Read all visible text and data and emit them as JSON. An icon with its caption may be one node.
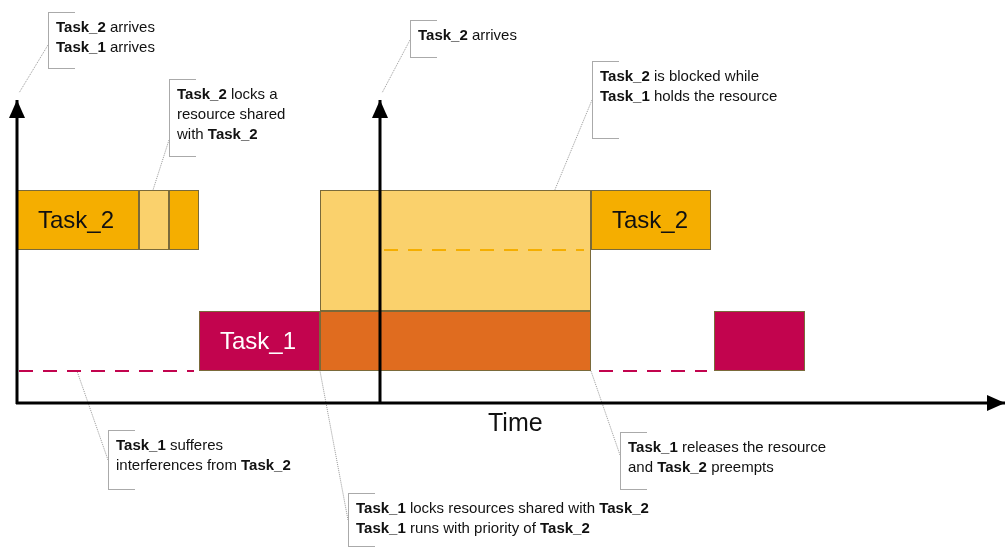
{
  "diagram": {
    "nodes": [
      {
        "text": [
          "**Task_2** arrives",
          "**Task_1** arrives"
        ]
      },
      {
        "text": [
          "**Task_2** locks a resource shared with **Task_2**"
        ]
      },
      {
        "text": [
          "Task_2"
        ]
      },
      {
        "text": [],
        "shape": "bar"
      },
      {
        "text": [],
        "shape": "bar"
      },
      {
        "text": [
          "**Task_2** arrives"
        ]
      },
      {
        "text": [
          "**Task_2** is blocked while **Task_1** holds the resource"
        ]
      },
      {
        "text": [],
        "shape": "bar"
      },
      {
        "text": [
          "Task_2"
        ]
      },
      {
        "text": [
          "Task_1"
        ]
      },
      {
        "text": [],
        "shape": "bar"
      },
      {
        "text": [],
        "shape": "bar"
      },
      {
        "text": [
          "**Task_1** sufferes interferences from **Task_2**"
        ]
      },
      {
        "text": [
          "**Task_1** locks resources shared with **Task_2**",
          "**Task_1** runs with priority of **Task_2**"
        ]
      },
      {
        "text": [
          "**Task_1** releases the resource and **Task_2** preempts"
        ]
      }
    ],
    "edges": [
      {
        "from": 0,
        "to": null,
        "arrow": "none"
      },
      {
        "from": 1,
        "to": 3,
        "arrow": "none"
      },
      {
        "from": 5,
        "to": null,
        "arrow": "none"
      },
      {
        "from": 6,
        "to": 7,
        "arrow": "none"
      },
      {
        "from": 12,
        "to": null,
        "arrow": "none"
      },
      {
        "from": 13,
        "to": 10,
        "arrow": "none"
      },
      {
        "from": 14,
        "to": 10,
        "arrow": "none"
      }
    ],
    "labels": [
      "Time"
    ]
  }
}
